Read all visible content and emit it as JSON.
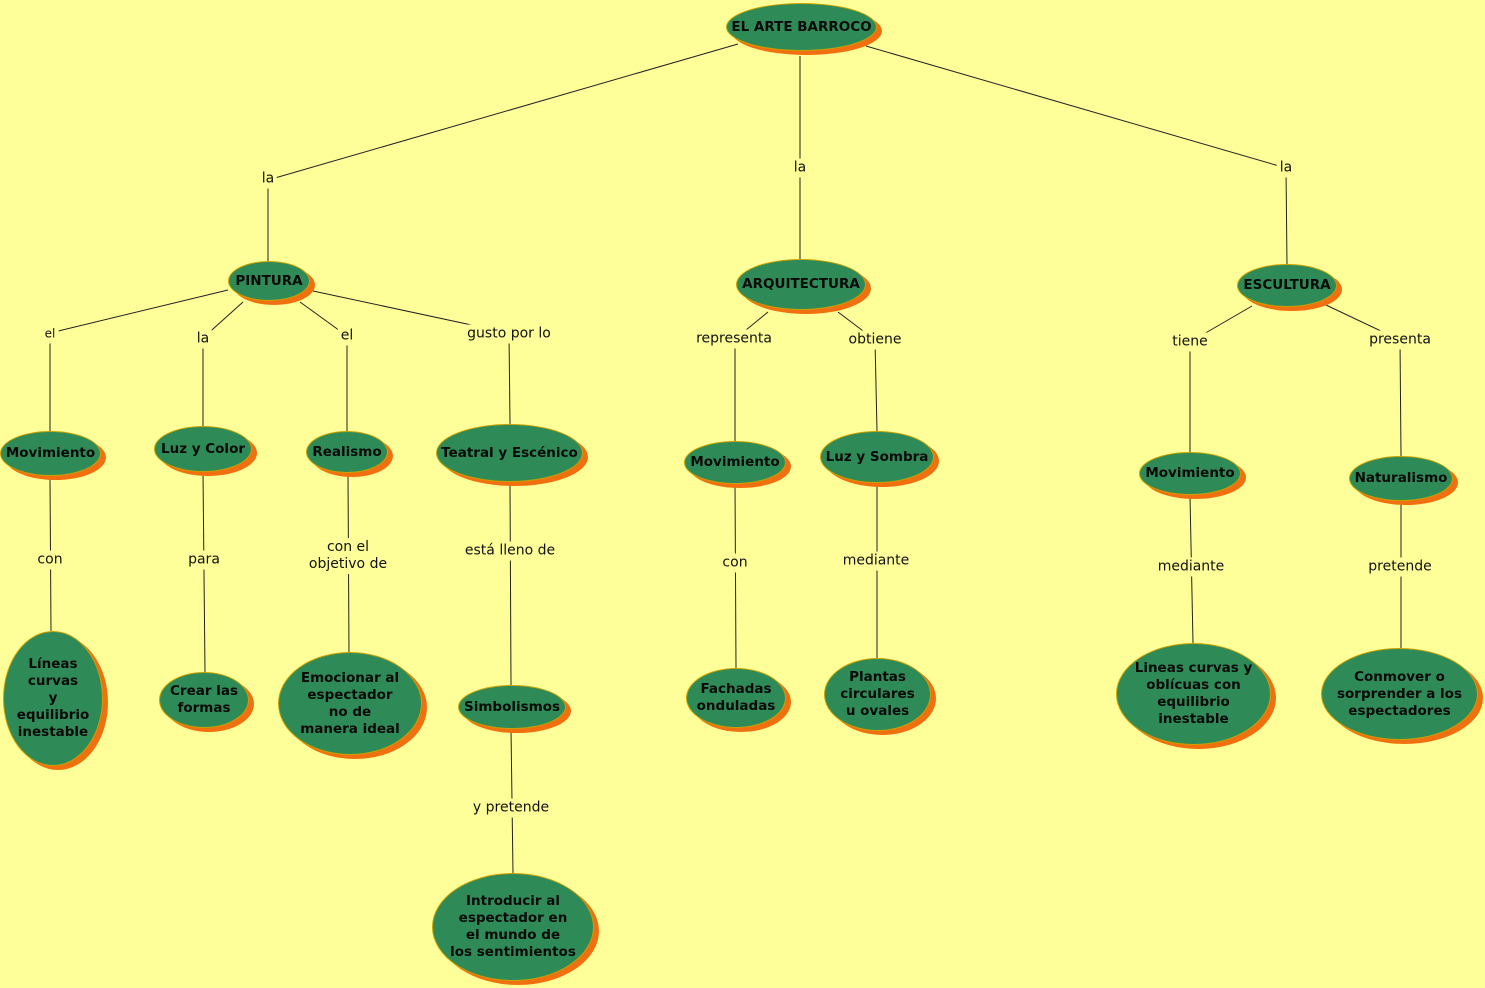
{
  "colors": {
    "background": "#ffff99",
    "node_fill": "#2e8b57",
    "node_border": "#c8a000",
    "node_shadow": "#f07010",
    "line": "#222222"
  },
  "nodes": {
    "root": "EL ARTE BARROCO",
    "pintura": "PINTURA",
    "arquitectura": "ARQUITECTURA",
    "escultura": "ESCULTURA",
    "p_movimiento": "Movimiento",
    "p_luz_color": "Luz y Color",
    "p_realismo": "Realismo",
    "p_teatral": "Teatral y Escénico",
    "p_lineas": "Líneas\ncurvas\ny\nequilibrio\ninestable",
    "p_formas": "Crear las\nformas",
    "p_emocionar": "Emocionar al\nespectador\nno de\nmanera ideal",
    "p_simbolismos": "Simbolismos",
    "p_introducir": "Introducir al\nespectador en\nel mundo de\nlos sentimientos",
    "a_movimiento": "Movimiento",
    "a_luz_sombra": "Luz y Sombra",
    "a_fachadas": "Fachadas\nonduladas",
    "a_plantas": "Plantas\ncirculares\nu ovales",
    "e_movimiento": "Movimiento",
    "e_naturalismo": "Naturalismo",
    "e_lineas": "Lineas curvas y\noblícuas con\nequilibrio\ninestable",
    "e_conmover": "Conmover o\nsorprender a los\nespectadores"
  },
  "labels": {
    "root_pintura": "la",
    "root_arquitectura": "la",
    "root_escultura": "la",
    "pintura_movimiento": "el",
    "pintura_luz": "la",
    "pintura_realismo": "el",
    "pintura_teatral": "gusto por lo",
    "p_mov_con": "con",
    "p_luz_para": "para",
    "p_real_objetivo": "con el\nobjetivo de",
    "p_teatral_lleno": "está lleno de",
    "p_simb_pretende": "y pretende",
    "arq_representa": "representa",
    "arq_obtiene": "obtiene",
    "a_mov_con": "con",
    "a_luz_mediante": "mediante",
    "esc_tiene": "tiene",
    "esc_presenta": "presenta",
    "e_mov_mediante": "mediante",
    "e_nat_pretende": "pretende"
  }
}
